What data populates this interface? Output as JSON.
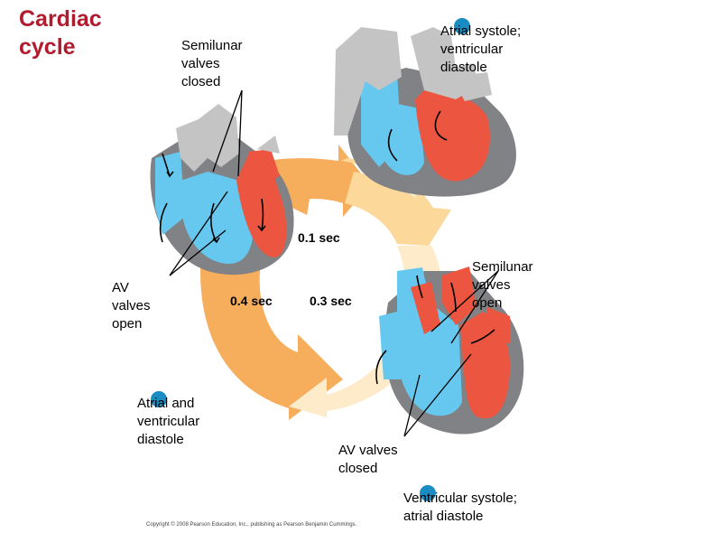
{
  "title": {
    "line1": "Cardiac",
    "line2": "cycle"
  },
  "labels": {
    "semilunar_closed": [
      "Semilunar",
      "valves",
      "closed"
    ],
    "av_open": [
      "AV",
      "valves",
      "open"
    ],
    "atrial_systole": [
      "Atrial systole;",
      "ventricular",
      "diastole"
    ],
    "semilunar_open": [
      "Semilunar",
      "valves",
      "open"
    ],
    "av_closed": [
      "AV valves",
      "closed"
    ],
    "atrial_ventricular_diastole": [
      "Atrial and",
      "ventricular",
      "diastole"
    ],
    "ventricular_systole": [
      "Ventricular systole;",
      "atrial diastole"
    ]
  },
  "times": {
    "t1": "0.1 sec",
    "t2": "0.3 sec",
    "t3": "0.4 sec"
  },
  "copyright": "Copyright © 2008 Pearson Education, Inc., publishing as Pearson Benjamin Cummings.",
  "colors": {
    "title": "#b01c2e",
    "oxygen_poor": "#66c8ef",
    "oxygen_rich": "#ec553f",
    "vessel_gray": "#c4c4c4",
    "heart_wall": "#808285",
    "arrow_04": "#f6ad5c",
    "arrow_01": "#fcd89a",
    "arrow_03": "#fdebc9",
    "marker": "#1a8cc4"
  }
}
